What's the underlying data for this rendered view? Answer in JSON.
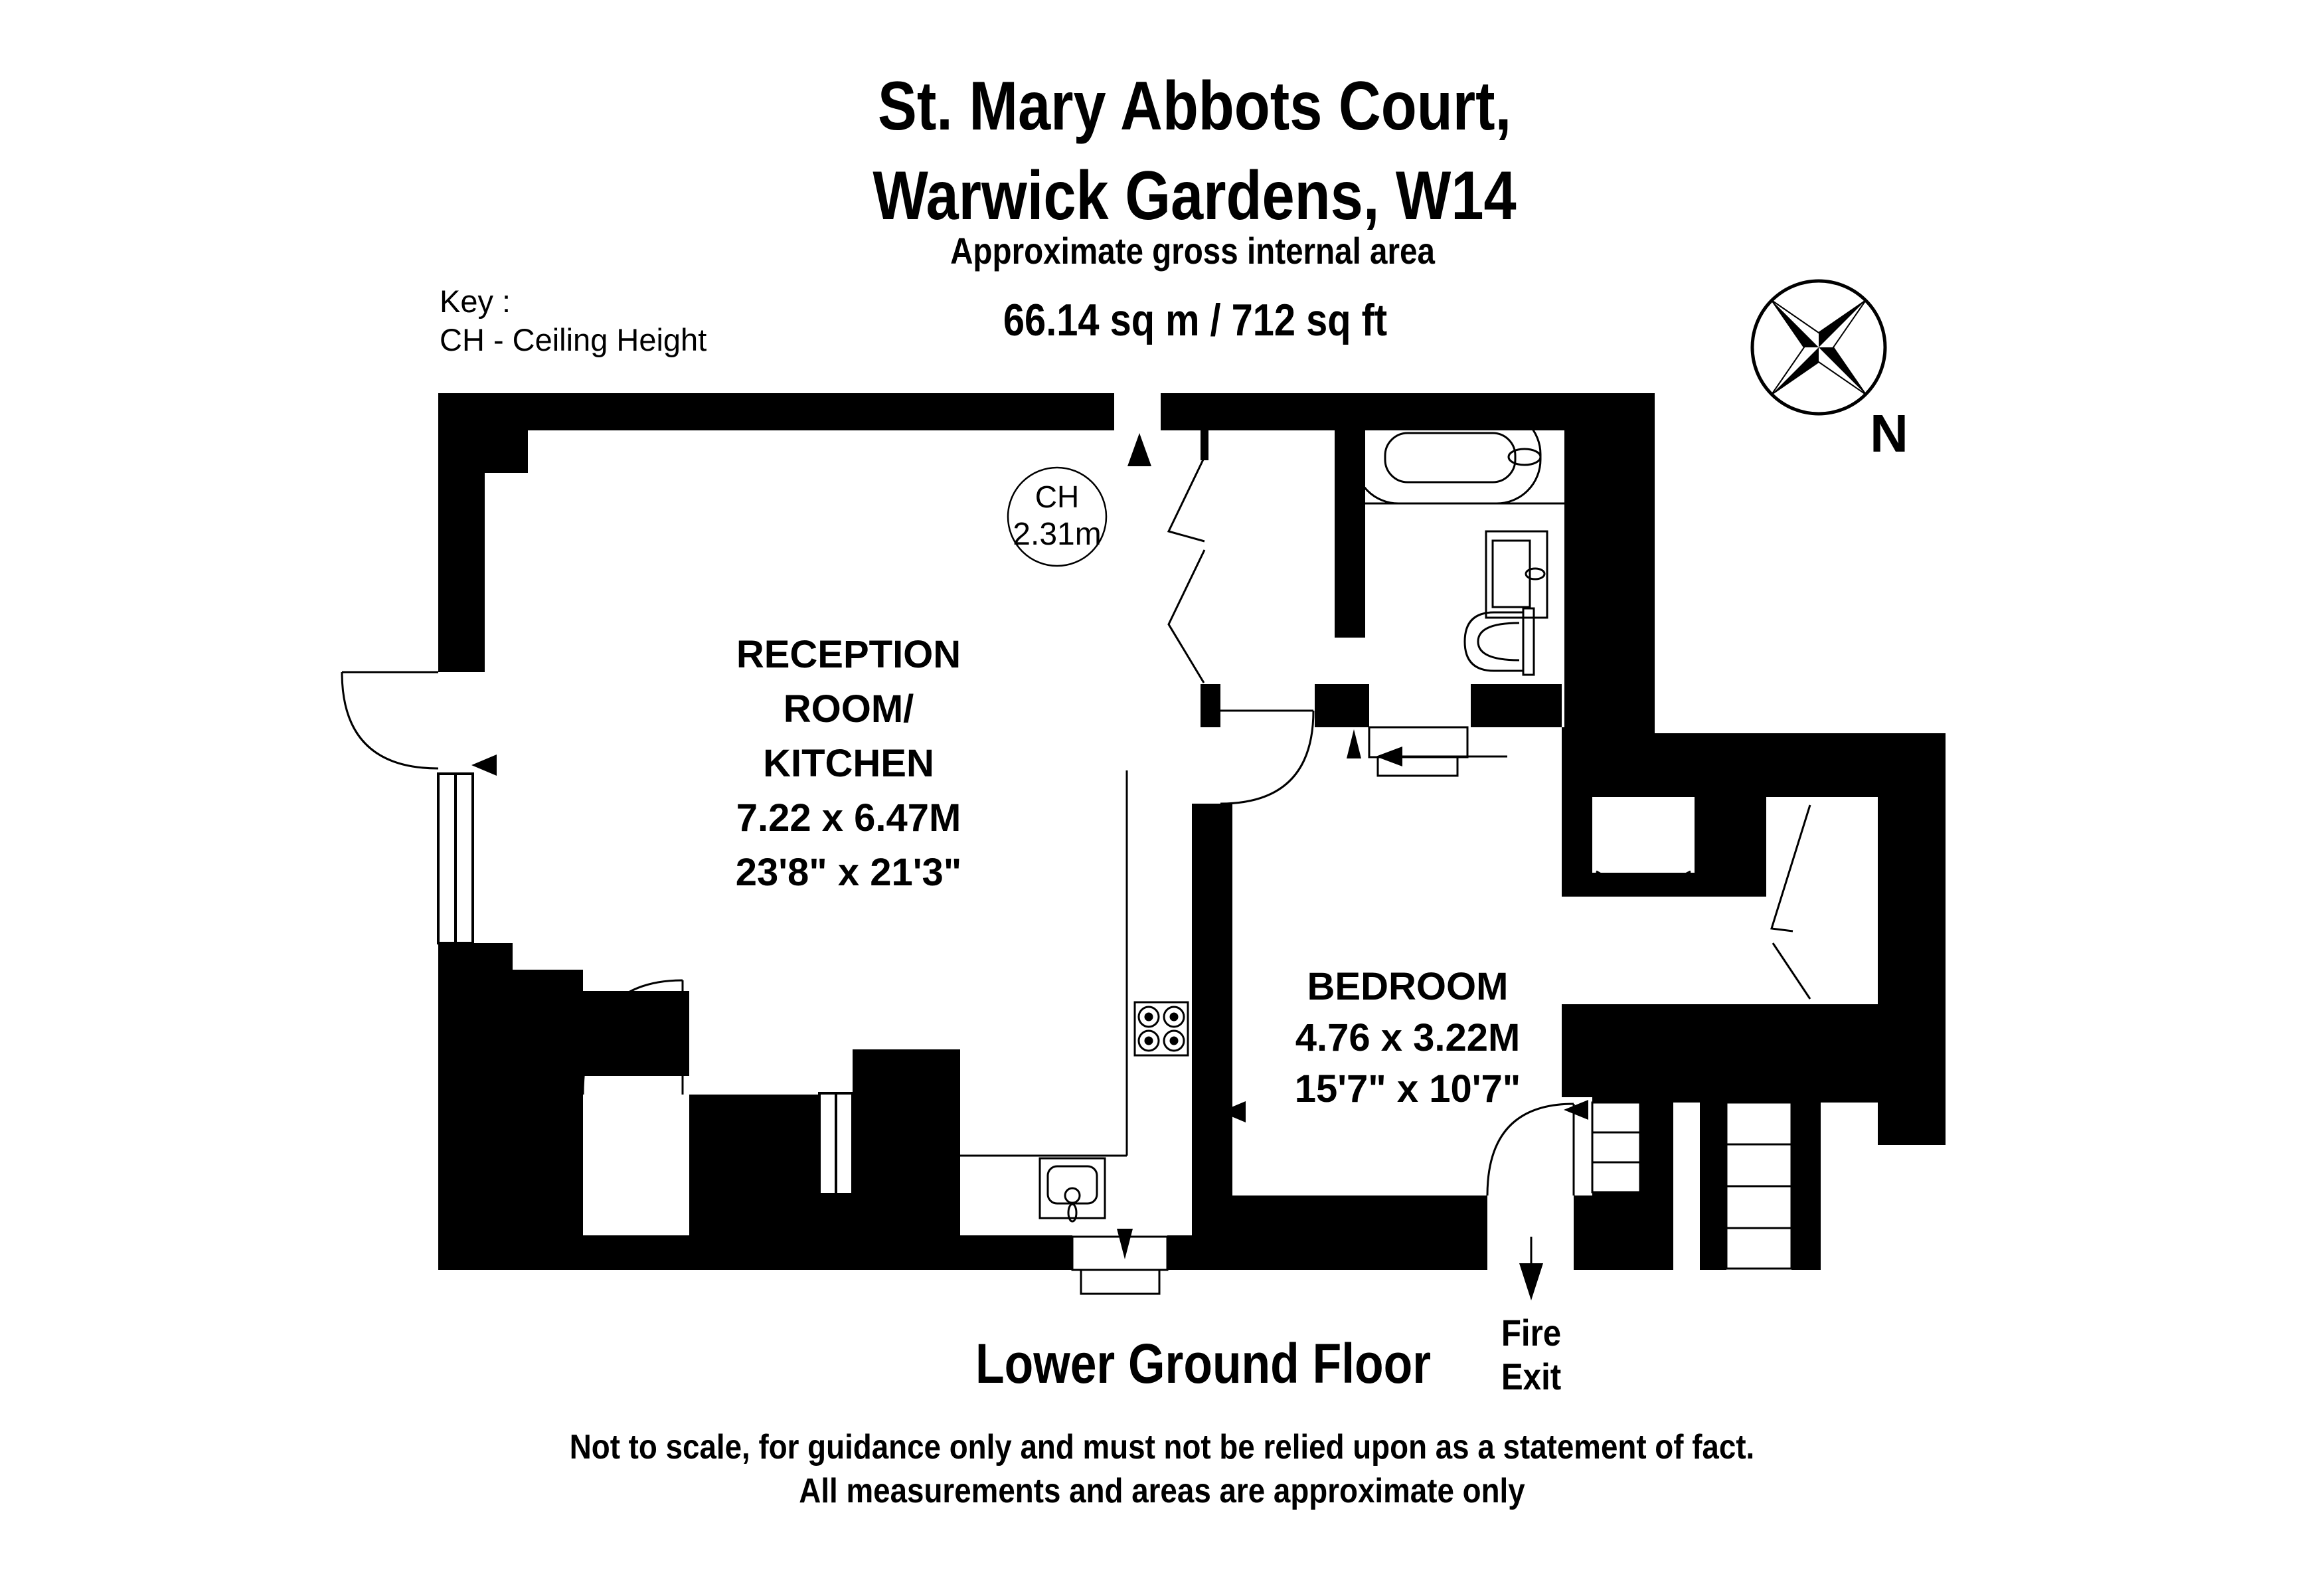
{
  "header": {
    "title_line1": "St. Mary Abbots Court,",
    "title_line2": "Warwick Gardens, W14",
    "subtitle": "Approximate gross internal area",
    "area": "66.14 sq m /  712 sq ft"
  },
  "key": {
    "label": "Key :",
    "item": "CH - Ceiling Height"
  },
  "compass": {
    "north_label": "N"
  },
  "plan": {
    "reception": {
      "name_line1": "RECEPTION",
      "name_line2": "ROOM/",
      "name_line3": "KITCHEN",
      "dims_metric": "7.22 x 6.47M",
      "dims_imperial": "23'8\" x 21'3\""
    },
    "bedroom": {
      "name": "BEDROOM",
      "dims_metric": "4.76 x 3.22M",
      "dims_imperial": "15'7\" x 10'7\""
    },
    "ceiling_height": {
      "label": "CH",
      "value": "2.31m"
    },
    "fire_exit": {
      "line1": "Fire",
      "line2": "Exit"
    }
  },
  "footer": {
    "floor_label": "Lower Ground Floor",
    "disclaimer_line1": "Not to scale, for guidance only and must not be relied upon as a statement of fact.",
    "disclaimer_line2": "All measurements and areas are approximate only"
  },
  "colors": {
    "ink": "#000000",
    "background": "#ffffff"
  }
}
